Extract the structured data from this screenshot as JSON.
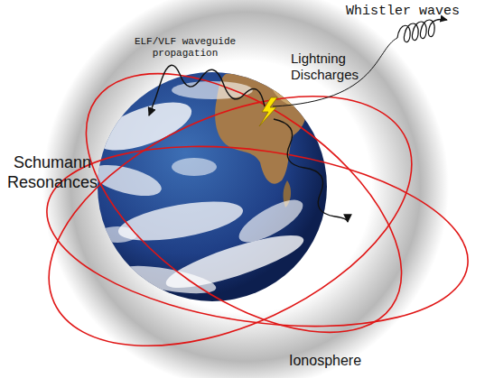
{
  "diagram": {
    "labels": [
      "Whistler waves",
      "ELF/VLF waveguide propagation",
      "Lightning Discharges",
      "Schumann Resonances",
      "Ionosphere"
    ]
  }
}
